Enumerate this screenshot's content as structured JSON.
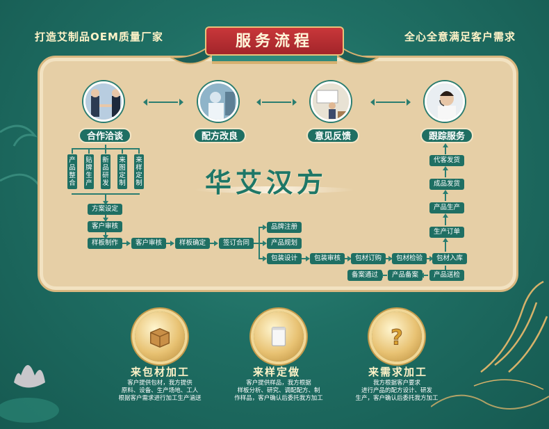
{
  "header": {
    "left_slogan": "打造艾制品OEM质量厂家",
    "right_slogan": "全心全意满足客户需求",
    "banner_title": "服务流程"
  },
  "stages": [
    {
      "label": "合作洽谈",
      "icon": "handshake-meeting-photo"
    },
    {
      "label": "配方改良",
      "icon": "laboratory-photo"
    },
    {
      "label": "意见反馈",
      "icon": "office-team-photo"
    },
    {
      "label": "跟踪服务",
      "icon": "customer-service-photo"
    }
  ],
  "services_vertical": [
    "产品整合",
    "贴牌生产",
    "新品研发",
    "来图定制",
    "来样定制"
  ],
  "left_flow": [
    "方案设定",
    "客户审核"
  ],
  "middle_flow": [
    "样板制作",
    "客户审核",
    "样板确定",
    "签订合同"
  ],
  "branch_flow": [
    "品牌注册",
    "产品规划",
    "包装设计"
  ],
  "packaging_flow": [
    "包装审核",
    "包材订购",
    "包材检验",
    "包材入库"
  ],
  "right_flow": [
    "代客发货",
    "成品发货",
    "产品生产",
    "生产订单"
  ],
  "bottom_flow": [
    "备案通过",
    "产品备案",
    "产品送检"
  ],
  "brand_name": "华艾汉方",
  "services": [
    {
      "title": "来包材加工",
      "icon": "box-icon",
      "desc": [
        "客户提供包材，我方提供",
        "原料、设备、生产场地、工人",
        "根据客户需求进行加工生产涵送"
      ]
    },
    {
      "title": "来样定做",
      "icon": "package-bag-icon",
      "desc": [
        "客户提供样品，我方根据",
        "样板分析、研究、调配配方、制",
        "作样品，客户确认后委托我方加工"
      ]
    },
    {
      "title": "来需求加工",
      "icon": "question-mark-icon",
      "desc": [
        "我方根据客户要求",
        "进行产品的配方设计、研发",
        "生产，客户确认后委托我方加工"
      ]
    }
  ],
  "colors": {
    "background": "#1f6f64",
    "panel": "#e6cfa6",
    "accent": "#1f6f63",
    "banner": "#b52d31",
    "gold": "#e8c273"
  }
}
